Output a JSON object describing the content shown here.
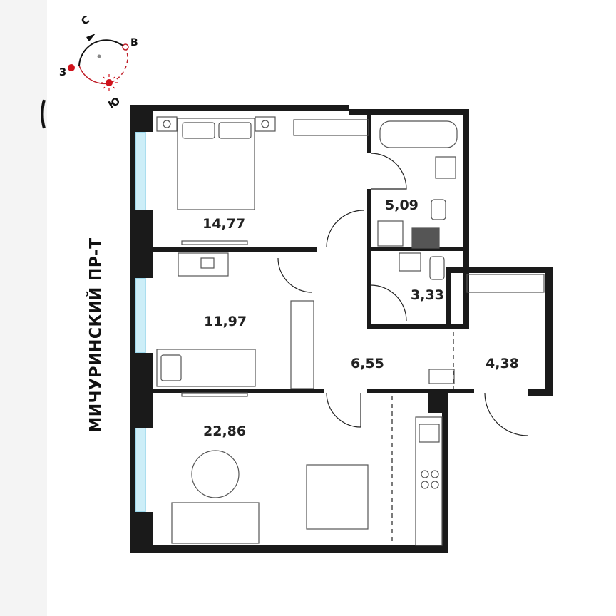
{
  "compass": {
    "north": "С",
    "east": "В",
    "south": "Ю",
    "west": "З",
    "sun_color": "#d0121b"
  },
  "street_label": "МИЧУРИНСКИЙ ПР-Т",
  "rooms": [
    {
      "name": "bedroom-1",
      "area": "14,77"
    },
    {
      "name": "bedroom-2",
      "area": "11,97"
    },
    {
      "name": "bathroom",
      "area": "5,09"
    },
    {
      "name": "wc",
      "area": "3,33"
    },
    {
      "name": "hallway",
      "area": "6,55"
    },
    {
      "name": "balcony",
      "area": "4,38"
    },
    {
      "name": "living-kitchen",
      "area": "22,86"
    }
  ],
  "colors": {
    "wall": "#1a1a1a",
    "window": "#8fd3ea",
    "furniture": "#555555"
  }
}
